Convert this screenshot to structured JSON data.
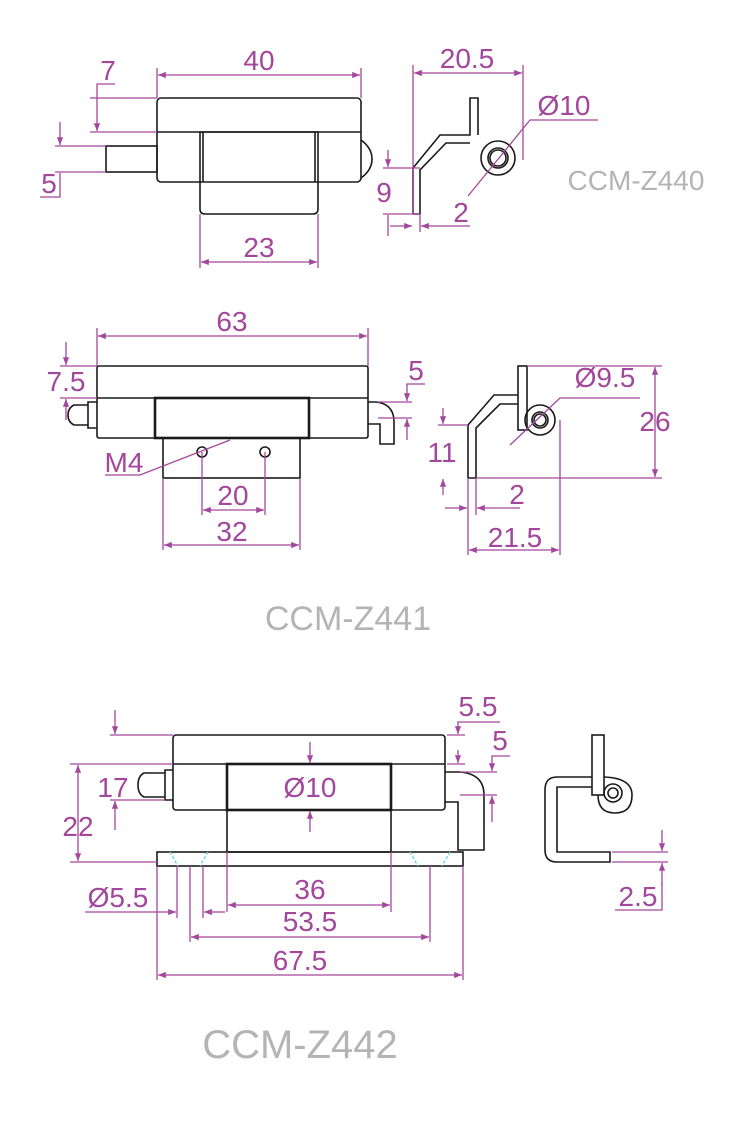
{
  "drawings": [
    {
      "title": "CCM-Z440",
      "dims": {
        "length": "40",
        "offset": "7",
        "pin": "5",
        "sleeve": "23",
        "width": "20.5",
        "eye": "Ø10",
        "height": "9",
        "thickness": "2"
      }
    },
    {
      "title": "CCM-Z441",
      "dims": {
        "length": "63",
        "offset": "7.5",
        "knob": "5",
        "thread": "M4",
        "hole_pitch": "20",
        "base": "32",
        "eye": "Ø9.5",
        "height": "26",
        "bend": "11",
        "thickness": "2",
        "width": "21.5"
      }
    },
    {
      "title": "CCM-Z442",
      "dims": {
        "top": "5.5",
        "knob": "5",
        "body": "17",
        "total_height": "22",
        "eye": "Ø10",
        "hole": "Ø5.5",
        "stem": "36",
        "hole_pitch": "53.5",
        "plate": "67.5",
        "plate_thickness": "2.5"
      }
    }
  ],
  "colors": {
    "dimension": "#a3479c",
    "outline": "#1a1a1a",
    "title": "#b4b4b4",
    "countersink": "#5fd0e6"
  }
}
